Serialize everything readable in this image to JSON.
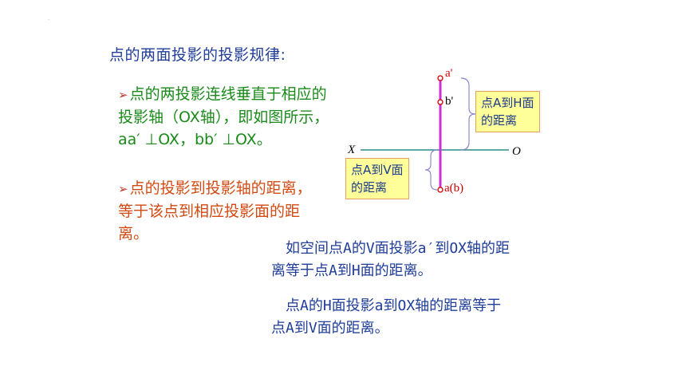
{
  "title": "点的两面投影的投影规律:",
  "rule1": {
    "marker": "➢",
    "lines": [
      "点的两投影连线垂直于相应的",
      "投影轴（OX轴），即如图所示，",
      "aa′ ⊥OX，bb′ ⊥OX。"
    ]
  },
  "rule2": {
    "marker": "➢",
    "lines": [
      "点的投影到投影轴的距离，",
      "等于该点到相应投影面的距",
      "离。"
    ]
  },
  "example1": [
    "　如空间点A的V面投影a′到OX轴的距",
    "离等于点A到H面的距离。"
  ],
  "example2": [
    "　点A的H面投影a到OX轴的距离等于",
    "点A到V面的距离。"
  ],
  "diagram": {
    "label_a_prime": "a'",
    "label_b_prime": "b'",
    "label_ab": "a(b)",
    "axis_x": "X",
    "axis_o": "O",
    "box_h": [
      "点A到H面",
      "的距离"
    ],
    "box_v": [
      "点A到V面",
      "的距离"
    ],
    "colors": {
      "axis": "#2e8b8b",
      "projector": "#cc33cc",
      "point": "#cc0000",
      "bracket": "#8888cc"
    }
  }
}
